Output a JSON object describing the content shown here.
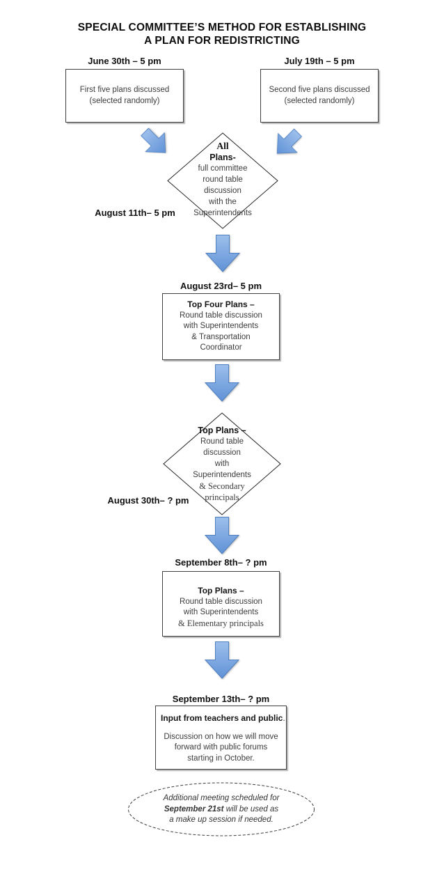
{
  "title": {
    "line1": "SPECIAL COMMITTEE’S METHOD FOR ESTABLISHING",
    "line2": "A PLAN FOR REDISTRICTING"
  },
  "colors": {
    "arrow_fill_light": "#9dbfec",
    "arrow_fill_dark": "#6092d6",
    "arrow_border": "#4d7fc1"
  },
  "nodes": {
    "june_box": {
      "heading": "June 30th – 5 pm",
      "line1": "First five plans discussed",
      "line2": "(selected randomly)"
    },
    "july_box": {
      "heading": "July 19th – 5 pm",
      "line1": "Second five plans discussed",
      "line2": "(selected randomly)"
    },
    "all_plans_diamond": {
      "heading": "August 11th– 5 pm",
      "title_serif": "All",
      "title_bold": "Plans-",
      "line1": "full committee",
      "line2": "round table",
      "line3": "discussion",
      "line4": "with the",
      "line5": "Superintendents"
    },
    "top_four_box": {
      "heading": "August 23rd– 5 pm",
      "title": "Top Four Plans –",
      "line1": "Round table discussion",
      "line2": "with Superintendents",
      "line3": "& Transportation",
      "line4": "Coordinator"
    },
    "top_plans_diamond": {
      "heading": "August 30th– ? pm",
      "title": "Top Plans –",
      "line1": "Round table",
      "line2": "discussion",
      "line3": "with",
      "line4": "Superintendents",
      "line5_serif": "& Secondary",
      "line6_serif": "principals"
    },
    "top_plans_box": {
      "heading": "September 8th– ? pm",
      "title": "Top Plans –",
      "line1": "Round table discussion",
      "line2": "with Superintendents",
      "line3_serif": "& Elementary principals"
    },
    "input_box": {
      "heading": "September 13th– ? pm",
      "title": "Input from teachers and public",
      "title_period": ".",
      "line1": "Discussion on how we will move",
      "line2": "forward with public forums",
      "line3": "starting in October."
    },
    "makeup_ellipse": {
      "line1": "Additional meeting scheduled for",
      "line2_bold": "September 21st",
      "line2_rest": " will be used as",
      "line3": "a make up session if needed."
    }
  }
}
